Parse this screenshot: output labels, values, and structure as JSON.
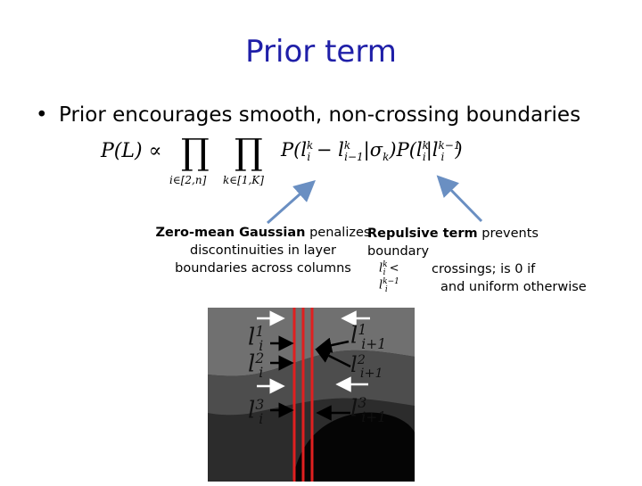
{
  "slide": {
    "title": "Prior term",
    "bullet": "Prior encourages smooth, non-crossing boundaries"
  },
  "equation": {
    "lhs": "P(L) ∝",
    "prod_symbol": "∏",
    "sub1": "i∈[2,n]",
    "sub2": "k∈[1,K]",
    "term1": "P(l",
    "term1_rest": "− l",
    "term1_tail": "|σ",
    "term2": ")P(l",
    "term2_tail": "|l",
    "close": ")",
    "sup_k": "k",
    "sup_km1": "k−1",
    "sub_i": "i",
    "sub_im1": "i−1",
    "sub_k": "k"
  },
  "captions": {
    "left_bold": "Zero-mean Gaussian",
    "left_rest1": " penalizes",
    "left_line2": "discontinuities in layer",
    "left_line3": "boundaries across columns",
    "right_bold": "Repulsive term",
    "right_rest1": " prevents boundary",
    "right_line2": "crossings; is 0 if",
    "right_line3": "and uniform otherwise",
    "ineq_l": "l",
    "ineq_lt": "<",
    "ineq_sup1": "k",
    "ineq_sup2": "k−1",
    "ineq_sub": "i"
  },
  "figure_labels": {
    "l": "l",
    "sub_i": "i",
    "sub_ip1": "i+1",
    "sup1": "1",
    "sup2": "2",
    "sup3": "3"
  },
  "colors": {
    "title": "#1f1fa8",
    "arrow": "#6a8fc2",
    "red_line": "#e02020",
    "layer_top": "#6f6f6f",
    "layer_mid": "#4b4b4b",
    "layer_low": "#2c2c2c",
    "blob": "#050505"
  }
}
